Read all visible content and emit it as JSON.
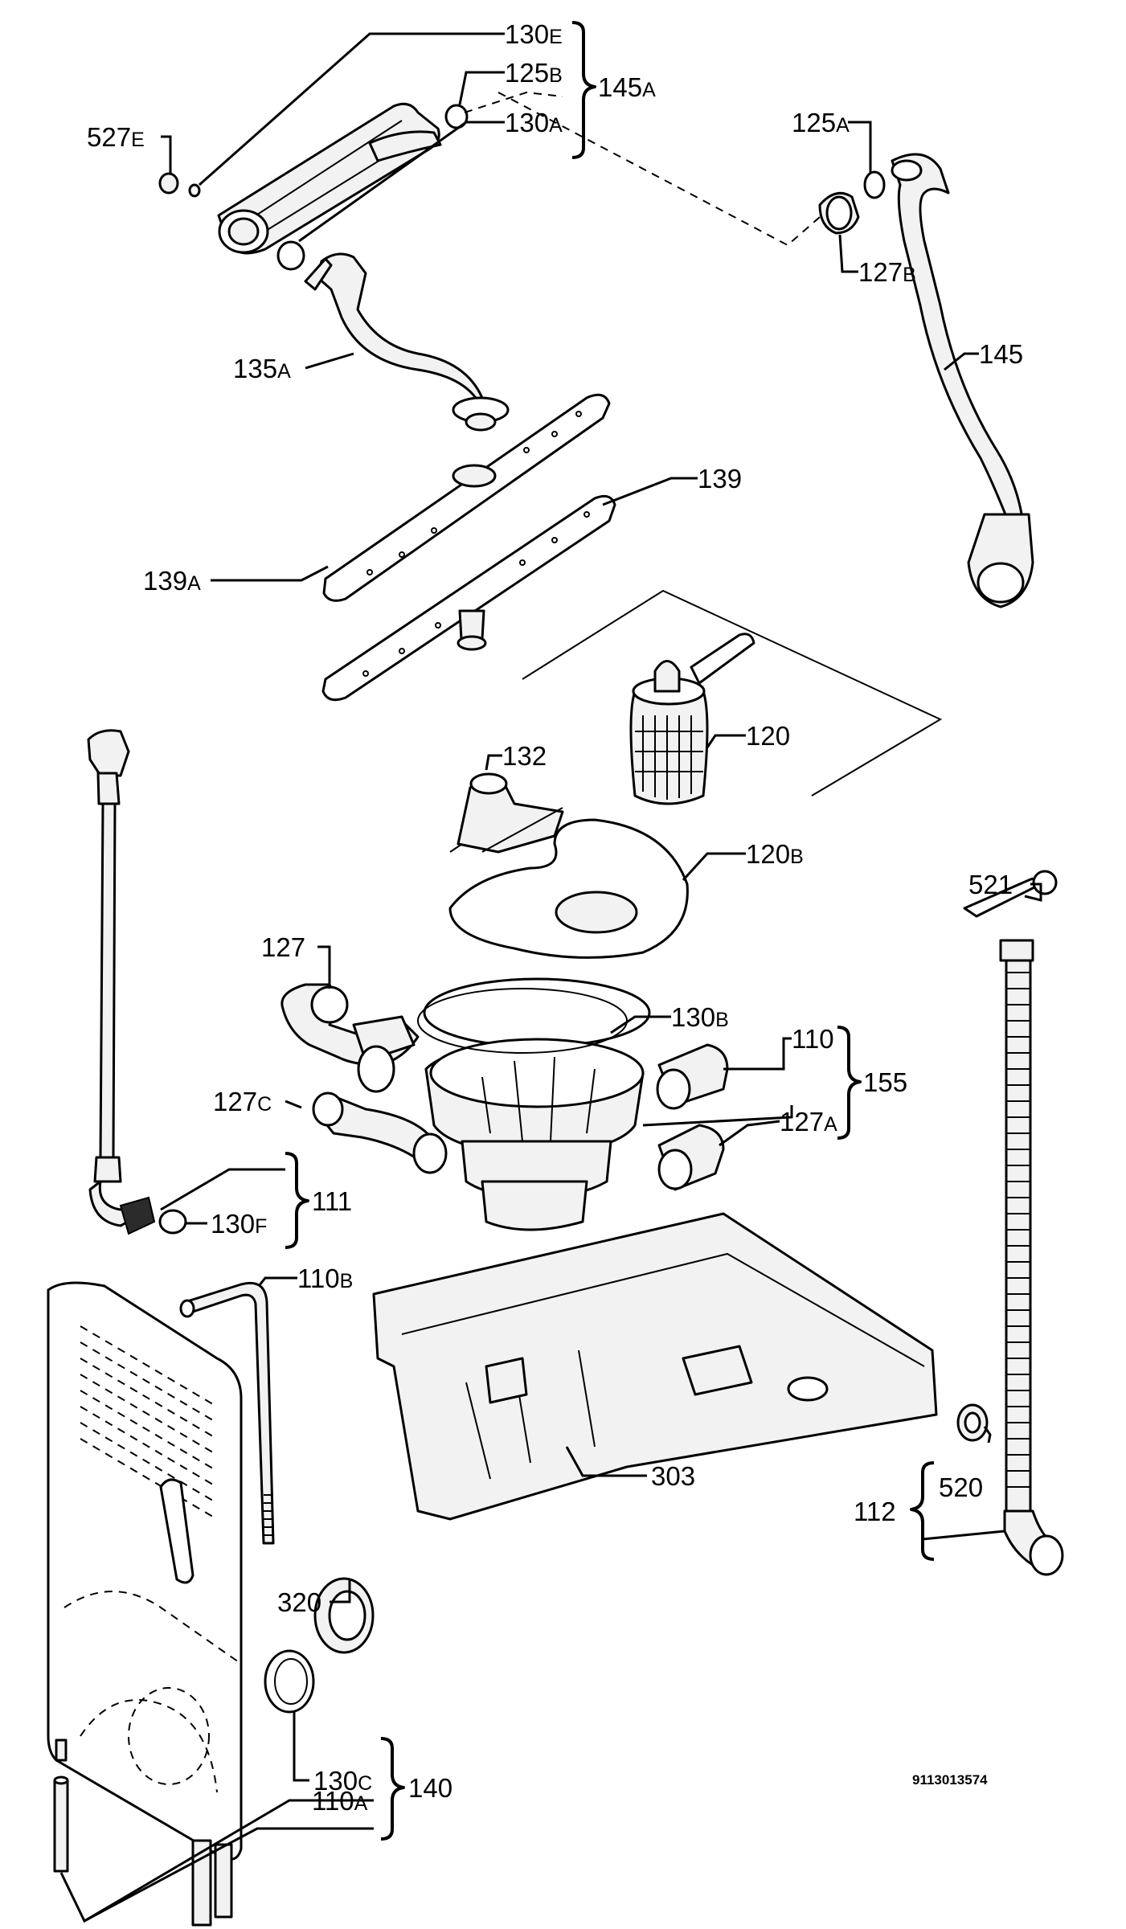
{
  "diagram": {
    "labels": {
      "l130E": {
        "num": "130",
        "sfx": "E"
      },
      "l125B": {
        "num": "125",
        "sfx": "B"
      },
      "l130A": {
        "num": "130",
        "sfx": "A"
      },
      "l145A": {
        "num": "145",
        "sfx": "A"
      },
      "l527E": {
        "num": "527",
        "sfx": "E"
      },
      "l125A": {
        "num": "125",
        "sfx": "A"
      },
      "l127B": {
        "num": "127",
        "sfx": "B"
      },
      "l135A": {
        "num": "135",
        "sfx": "A"
      },
      "l145": {
        "num": "145",
        "sfx": ""
      },
      "l139": {
        "num": "139",
        "sfx": ""
      },
      "l139A": {
        "num": "139",
        "sfx": "A"
      },
      "l132": {
        "num": "132",
        "sfx": ""
      },
      "l120": {
        "num": "120",
        "sfx": ""
      },
      "l120B": {
        "num": "120",
        "sfx": "B"
      },
      "l521": {
        "num": "521",
        "sfx": ""
      },
      "l127": {
        "num": "127",
        "sfx": ""
      },
      "l130B": {
        "num": "130",
        "sfx": "B"
      },
      "l110": {
        "num": "110",
        "sfx": ""
      },
      "l155": {
        "num": "155",
        "sfx": ""
      },
      "l127C": {
        "num": "127",
        "sfx": "C"
      },
      "l127A": {
        "num": "127",
        "sfx": "A"
      },
      "l111": {
        "num": "111",
        "sfx": ""
      },
      "l130F": {
        "num": "130",
        "sfx": "F"
      },
      "l110B": {
        "num": "110",
        "sfx": "B"
      },
      "l303": {
        "num": "303",
        "sfx": ""
      },
      "l520": {
        "num": "520",
        "sfx": ""
      },
      "l112": {
        "num": "112",
        "sfx": ""
      },
      "l320": {
        "num": "320",
        "sfx": ""
      },
      "l130C": {
        "num": "130",
        "sfx": "C"
      },
      "l140": {
        "num": "140",
        "sfx": ""
      },
      "l110A": {
        "num": "110",
        "sfx": "A"
      }
    },
    "reference_number": "9113013574"
  }
}
